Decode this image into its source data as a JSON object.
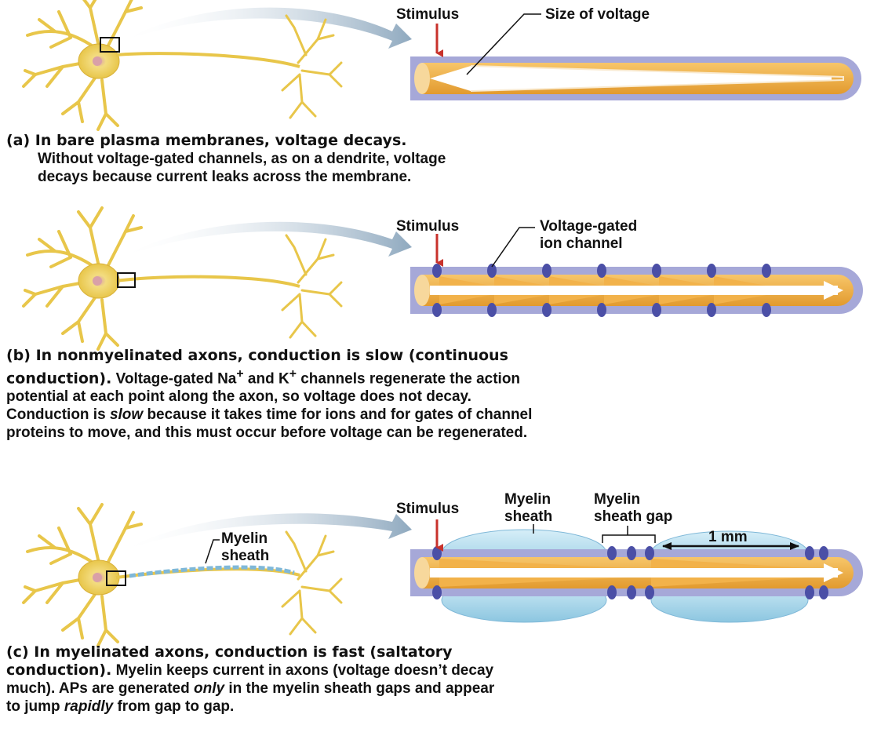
{
  "labels": {
    "stimulus_a": "Stimulus",
    "size_of_voltage": "Size of voltage",
    "stimulus_b": "Stimulus",
    "vg_channel_line1": "Voltage-gated",
    "vg_channel_line2": "ion channel",
    "stimulus_c": "Stimulus",
    "myelin_sheath_line1": "Myelin",
    "myelin_sheath_line2": "sheath",
    "myelin_gap_line1": "Myelin",
    "myelin_gap_line2": "sheath gap",
    "scale": "1 mm",
    "neuron_myelin_line1": "Myelin",
    "neuron_myelin_line2": "sheath"
  },
  "captions": {
    "a": {
      "lead": "(a) In bare plasma membranes, voltage decays.",
      "body": "Without voltage-gated channels, as on a dendrite, voltage decays because current leaks across the membrane."
    },
    "b": {
      "lead": "(b) In nonmyelinated axons, conduction is slow (continuous conduction).",
      "body_1": " Voltage-gated Na",
      "sup_1": "+",
      "body_2": " and K",
      "sup_2": "+",
      "body_3": " channels regenerate the action potential at each point along the axon, so voltage does not decay. Conduction is ",
      "em_1": "slow",
      "body_4": " because it takes time for ions and for gates of channel proteins to move, and this must occur before voltage can be regenerated."
    },
    "c": {
      "lead": "(c) In myelinated axons, conduction is fast (saltatory conduction).",
      "body_1": " Myelin keeps current in axons (voltage doesn’t decay much). APs are generated ",
      "em_1": "only",
      "body_2": " in the myelin sheath gaps and appear to jump ",
      "em_2": "rapidly",
      "body_3": " from gap to gap."
    }
  },
  "colors": {
    "axon_fill": "#f2b24a",
    "membrane": "#a6a8d8",
    "channel": "#4b4fa6",
    "myelin": "#a9d6ea",
    "stimulus_arrow": "#c8322c",
    "neuron": "#e8c64a"
  }
}
